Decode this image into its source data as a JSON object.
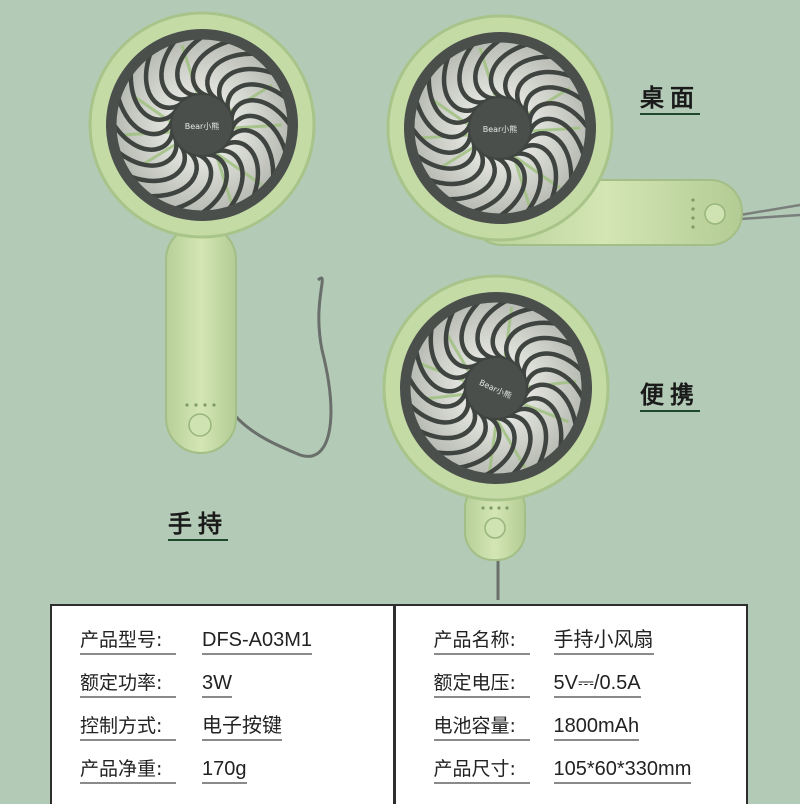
{
  "modes": {
    "desktop": "桌面",
    "portable": "便携",
    "handheld": "手持"
  },
  "brand_logo_text": "Bear小熊",
  "colors": {
    "background": "#b3cbb6",
    "fan_body": "#c7dca8",
    "grille": "#4a4f4c",
    "blade": "#d4d6d0",
    "table_border": "#2e2e2e"
  },
  "specs": {
    "left": [
      {
        "key": "产品型号:",
        "value": "DFS-A03M1"
      },
      {
        "key": "额定功率:",
        "value": "3W"
      },
      {
        "key": "控制方式:",
        "value": "电子按键"
      },
      {
        "key": "产品净重:",
        "value": "170g"
      }
    ],
    "right": [
      {
        "key": "产品名称:",
        "value": "手持小风扇"
      },
      {
        "key": "额定电压:",
        "value": "5V⎓/0.5A"
      },
      {
        "key": "电池容量:",
        "value": "1800mAh"
      },
      {
        "key": "产品尺寸:",
        "value": "105*60*330mm"
      }
    ]
  }
}
